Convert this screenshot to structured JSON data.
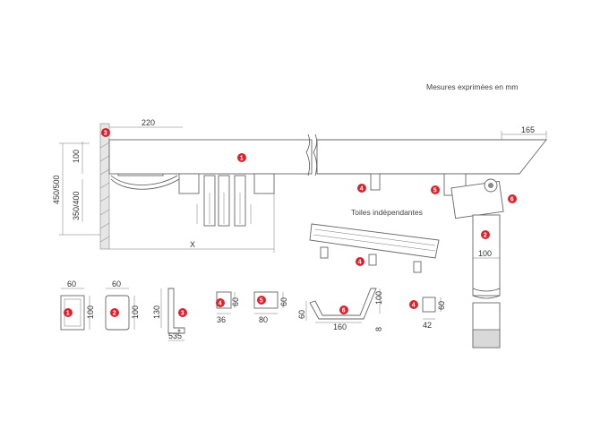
{
  "header": {
    "units_note": "Mesures exprimées en mm"
  },
  "badge_color": "#d9232e",
  "main_view": {
    "dim_wall_offset": "220",
    "dim_left_height": "100",
    "dim_height_a": "450/500",
    "dim_height_b": "350/400",
    "dim_x": "X",
    "dim_projection": "165",
    "dim_column_width": "100",
    "badge_wall": "3",
    "badge_rail": "1",
    "badge_carrier": "4",
    "badge_carrier2": "5",
    "badge_end": "6",
    "badge_column": "2"
  },
  "detail_toiles": {
    "label": "Toiles indépendantes",
    "badge": "4"
  },
  "profiles": {
    "p1": {
      "badge": "1",
      "width": "60",
      "height": "100"
    },
    "p2": {
      "badge": "2",
      "width": "60",
      "height": "100"
    },
    "p3": {
      "badge": "3",
      "height": "130",
      "width": "535"
    },
    "p4": {
      "badge": "4",
      "height": "60",
      "width": "36"
    },
    "p5": {
      "badge": "5",
      "height": "60",
      "width": "80"
    },
    "p6": {
      "badge": "6",
      "height": "60",
      "width": "160",
      "right_height": "100",
      "foot": "8"
    },
    "p7": {
      "badge": "4",
      "height": "60",
      "width": "42"
    }
  }
}
